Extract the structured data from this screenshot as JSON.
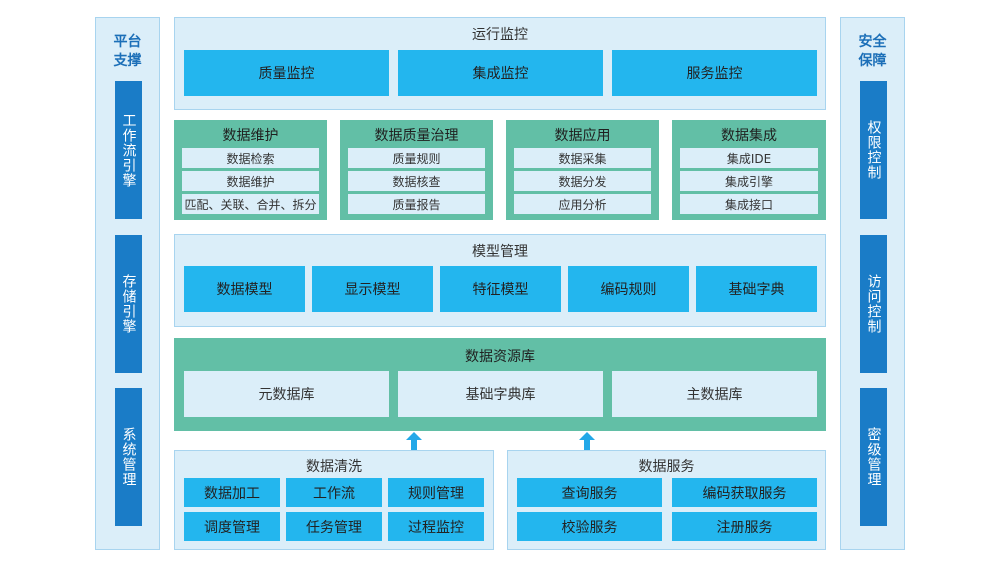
{
  "platform_support": {
    "title": [
      "平台",
      "支撑"
    ],
    "items": [
      "工作流引擎",
      "存储引擎",
      "系统管理"
    ]
  },
  "security": {
    "title": [
      "安全",
      "保障"
    ],
    "items": [
      "权限控制",
      "访问控制",
      "密级管理"
    ]
  },
  "runtime_monitor": {
    "title": "运行监控",
    "items": [
      "质量监控",
      "集成监控",
      "服务监控"
    ]
  },
  "modules": [
    {
      "title": "数据维护",
      "items": [
        "数据检索",
        "数据维护",
        "匹配、关联、合并、拆分"
      ]
    },
    {
      "title": "数据质量治理",
      "items": [
        "质量规则",
        "数据核查",
        "质量报告"
      ]
    },
    {
      "title": "数据应用",
      "items": [
        "数据采集",
        "数据分发",
        "应用分析"
      ]
    },
    {
      "title": "数据集成",
      "items": [
        "集成IDE",
        "集成引擎",
        "集成接口"
      ]
    }
  ],
  "model_management": {
    "title": "模型管理",
    "items": [
      "数据模型",
      "显示模型",
      "特征模型",
      "编码规则",
      "基础字典"
    ]
  },
  "data_resource": {
    "title": "数据资源库",
    "items": [
      "元数据库",
      "基础字典库",
      "主数据库"
    ]
  },
  "data_cleaning": {
    "title": "数据清洗",
    "items": [
      "数据加工",
      "工作流",
      "规则管理",
      "调度管理",
      "任务管理",
      "过程监控"
    ]
  },
  "data_service": {
    "title": "数据服务",
    "items": [
      "查询服务",
      "编码获取服务",
      "校验服务",
      "注册服务"
    ]
  },
  "colors": {
    "panel_bg": "#dbeef9",
    "cyan": "#23b6ee",
    "blue_bar": "#1a7cc7",
    "green": "#62bfa6",
    "title_blue": "#1c6fb8"
  }
}
